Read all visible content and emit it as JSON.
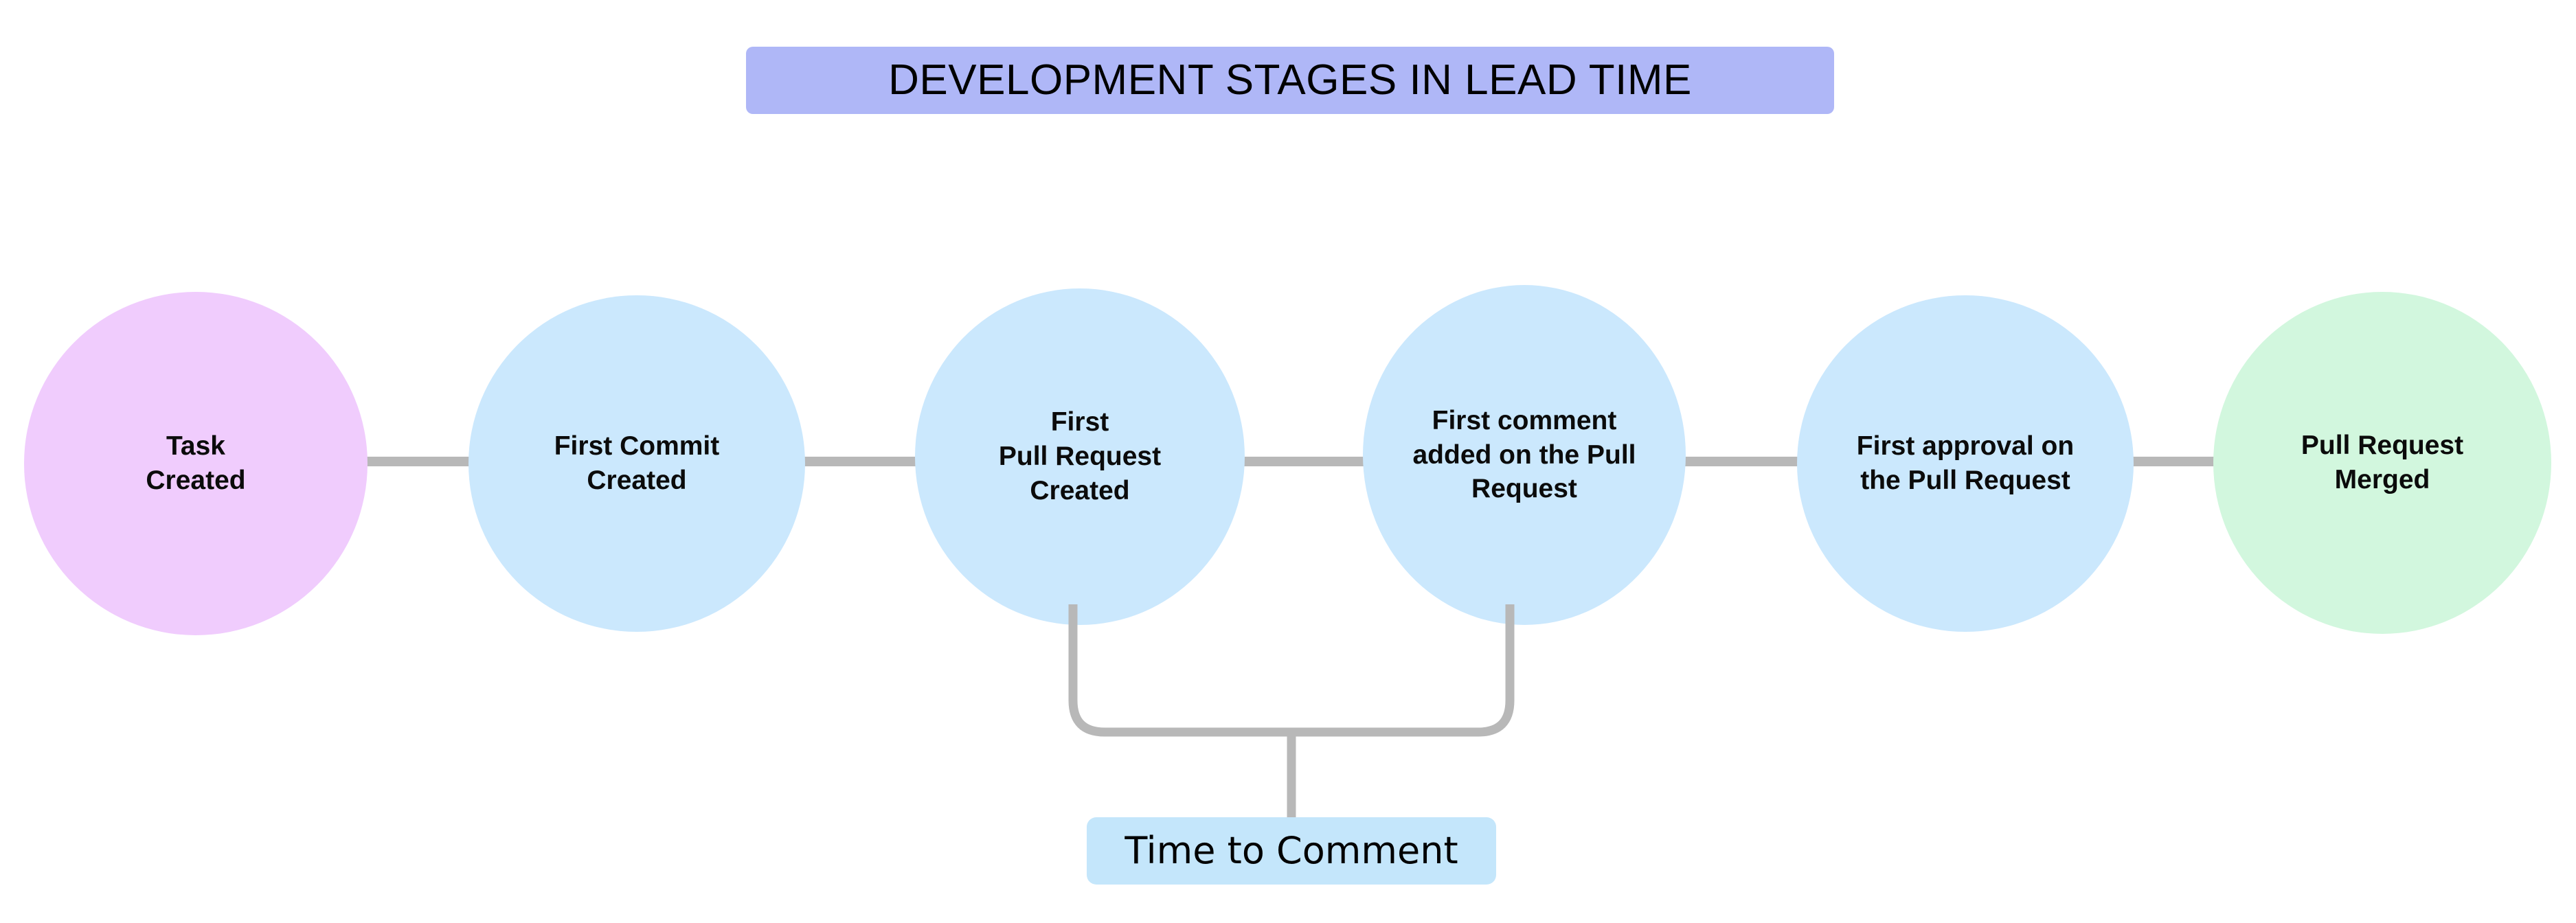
{
  "title": {
    "text": "DEVELOPMENT STAGES IN LEAD TIME",
    "background_color": "#afb7f7",
    "text_color": "#000000"
  },
  "colors": {
    "start_stage": "#f0ccfd",
    "middle_stage": "#cbe8fd",
    "end_stage": "#d2f7de",
    "connector": "#b8b8b8",
    "callout_background": "#c4e6fb",
    "page_background": "#ffffff"
  },
  "stages": [
    {
      "id": "task-created",
      "label": "Task\nCreated",
      "color_role": "start_stage",
      "color": "#f0ccfd"
    },
    {
      "id": "first-commit",
      "label": "First Commit\nCreated",
      "color_role": "middle_stage",
      "color": "#cbe8fd"
    },
    {
      "id": "first-pull-request",
      "label": "First\nPull Request\nCreated",
      "color_role": "middle_stage",
      "color": "#cbe8fd"
    },
    {
      "id": "first-comment",
      "label": "First comment\nadded on the Pull\nRequest",
      "color_role": "middle_stage",
      "color": "#cbe8fd"
    },
    {
      "id": "first-approval",
      "label": "First approval on\nthe Pull Request",
      "color_role": "middle_stage",
      "color": "#cbe8fd"
    },
    {
      "id": "pull-request-merged",
      "label": "Pull Request\nMerged",
      "color_role": "end_stage",
      "color": "#d2f7de"
    }
  ],
  "connectors": [
    {
      "from": "task-created",
      "to": "first-commit"
    },
    {
      "from": "first-commit",
      "to": "first-pull-request"
    },
    {
      "from": "first-pull-request",
      "to": "first-comment"
    },
    {
      "from": "first-comment",
      "to": "first-approval"
    },
    {
      "from": "first-approval",
      "to": "pull-request-merged"
    }
  ],
  "callouts": [
    {
      "id": "time-to-comment",
      "label": "Time to Comment",
      "spans_from": "first-pull-request",
      "spans_to": "first-comment",
      "background": "#c4e6fb"
    }
  ]
}
